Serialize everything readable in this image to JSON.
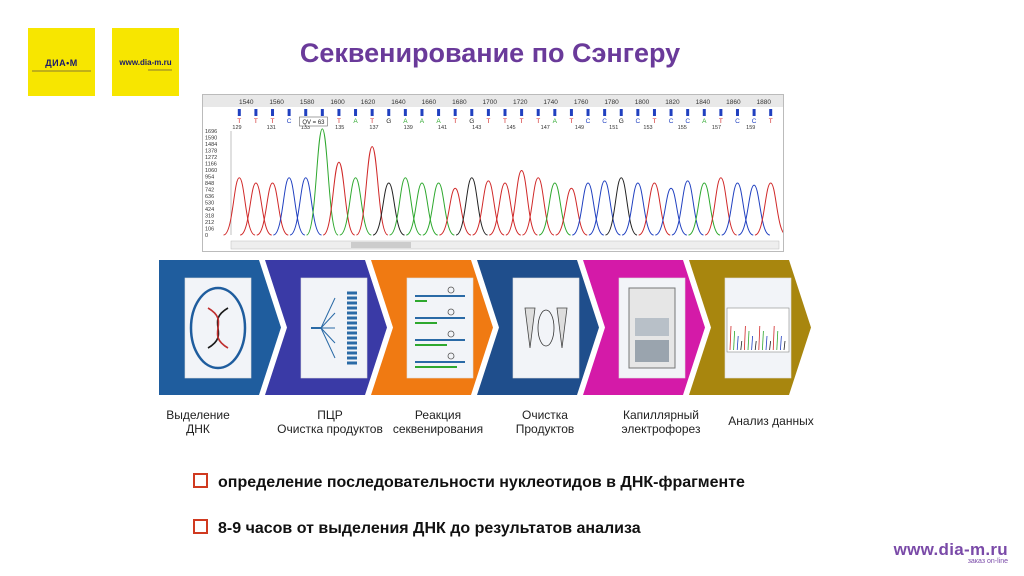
{
  "logos": {
    "left_brand": "ДИА•М",
    "middle_url": "www.dia-m.ru"
  },
  "title": "Секвенирование по Сэнгеру",
  "chromatogram": {
    "top_ticks": [
      "1540",
      "1560",
      "1580",
      "1600",
      "1620",
      "1640",
      "1660",
      "1680",
      "1700",
      "1720",
      "1740",
      "1760",
      "1780",
      "1800",
      "1820",
      "1840",
      "1860",
      "1880"
    ],
    "bases": [
      "T",
      "T",
      "T",
      "C",
      "C",
      "A",
      "T",
      "A",
      "T",
      "G",
      "A",
      "A",
      "A",
      "T",
      "G",
      "T",
      "T",
      "T",
      "T",
      "A",
      "T",
      "C",
      "C",
      "G",
      "C",
      "T",
      "C",
      "C",
      "A",
      "T",
      "C",
      "C",
      "T"
    ],
    "positions": [
      "129",
      "131",
      "133",
      "135",
      "137",
      "139",
      "141",
      "143",
      "145",
      "147",
      "149",
      "151",
      "153",
      "155",
      "157",
      "159"
    ],
    "qv_label": "QV = 63",
    "y_ticks": [
      "1696",
      "1590",
      "1484",
      "1378",
      "1272",
      "1166",
      "1060",
      "954",
      "848",
      "742",
      "636",
      "530",
      "424",
      "318",
      "212",
      "106",
      "0"
    ],
    "colors": {
      "A": "#2ea82e",
      "C": "#2040c0",
      "G": "#222222",
      "T": "#d02828"
    }
  },
  "process_steps": [
    {
      "label": "Выделение\nДНК",
      "color": "#1f5d9e"
    },
    {
      "label": "ПЦР\nОчистка продуктов",
      "color": "#3a3aa6"
    },
    {
      "label": "Реакция\nсеквенирования",
      "color": "#f07a12"
    },
    {
      "label": "Очистка\nПродуктов",
      "color": "#1f4e8c"
    },
    {
      "label": "Капиллярный\nэлектрофорез",
      "color": "#d41aa8"
    },
    {
      "label": "Анализ данных",
      "color": "#a8860e"
    }
  ],
  "bullets": [
    "определение последовательности нуклеотидов в ДНК-фрагменте",
    "8-9 часов от выделения ДНК до результатов анализа"
  ],
  "footer": {
    "site": "www.dia-m.ru",
    "tagline": "заказ on-line"
  }
}
